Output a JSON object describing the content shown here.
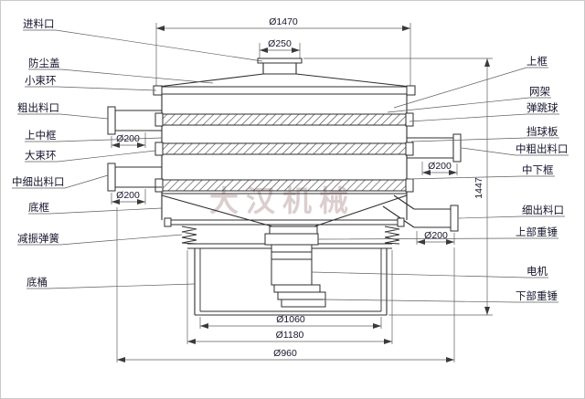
{
  "drawing": {
    "watermark": "大汉机械"
  },
  "labels": {
    "left": [
      {
        "id": "feed-inlet",
        "text": "进料口"
      },
      {
        "id": "dust-cover",
        "text": "防尘盖"
      },
      {
        "id": "small-clamp-ring",
        "text": "小束环"
      },
      {
        "id": "coarse-outlet",
        "text": "粗出料口"
      },
      {
        "id": "upper-middle-frame",
        "text": "上中框"
      },
      {
        "id": "large-clamp-ring",
        "text": "大束环"
      },
      {
        "id": "mid-fine-outlet",
        "text": "中细出料口"
      },
      {
        "id": "bottom-frame",
        "text": "底框"
      },
      {
        "id": "damping-spring",
        "text": "减振弹簧"
      },
      {
        "id": "base-barrel",
        "text": "底桶"
      }
    ],
    "right": [
      {
        "id": "upper-frame",
        "text": "上框"
      },
      {
        "id": "mesh-frame",
        "text": "网架"
      },
      {
        "id": "bouncing-ball",
        "text": "弹跳球"
      },
      {
        "id": "ball-stop-plate",
        "text": "挡球板"
      },
      {
        "id": "mid-coarse-outlet",
        "text": "中粗出料口"
      },
      {
        "id": "middle-lower-frame",
        "text": "中下框"
      },
      {
        "id": "fine-outlet",
        "text": "细出料口"
      },
      {
        "id": "upper-weight",
        "text": "上部重锤"
      },
      {
        "id": "motor",
        "text": "电机"
      },
      {
        "id": "lower-weight",
        "text": "下部重锤"
      }
    ]
  },
  "dims": {
    "top_width": "Ø1470",
    "inlet": "Ø250",
    "outlet_left_upper": "Ø200",
    "outlet_left_lower": "Ø200",
    "outlet_right_upper": "Ø200",
    "outlet_right_lower": "Ø200",
    "height": "1447",
    "base_top": "Ø1060",
    "base_mid": "Ø1180",
    "base_bottom": "Ø960"
  }
}
